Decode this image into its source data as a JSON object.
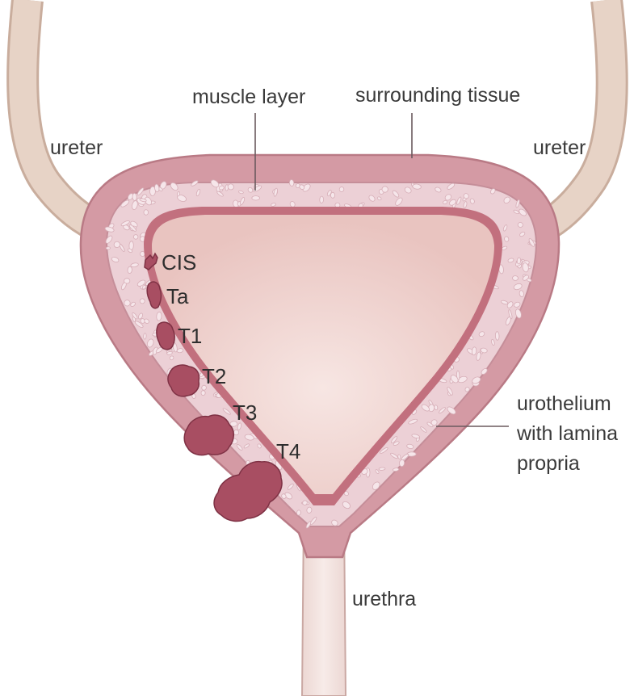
{
  "labels": {
    "ureter_left": "ureter",
    "ureter_right": "ureter",
    "muscle_layer": "muscle layer",
    "surrounding_tissue": "surrounding tissue",
    "urothelium_line1": "urothelium",
    "urothelium_line2": "with lamina",
    "urothelium_line3": "propria",
    "urethra": "urethra"
  },
  "stages": [
    "CIS",
    "Ta",
    "T1",
    "T2",
    "T3",
    "T4"
  ],
  "colors": {
    "ureter": "#e7d3c6",
    "ureter_edge": "#c9ad9d",
    "outer_tissue": "#d49aa4",
    "outer_edge": "#b97a85",
    "muscle": "#ecd0d6",
    "muscle_cell": "#f6e6ea",
    "inner_ring": "#c2707e",
    "lumen": "#f2d8d5",
    "tumor": "#a84e62",
    "tumor_edge": "#7e3144"
  }
}
